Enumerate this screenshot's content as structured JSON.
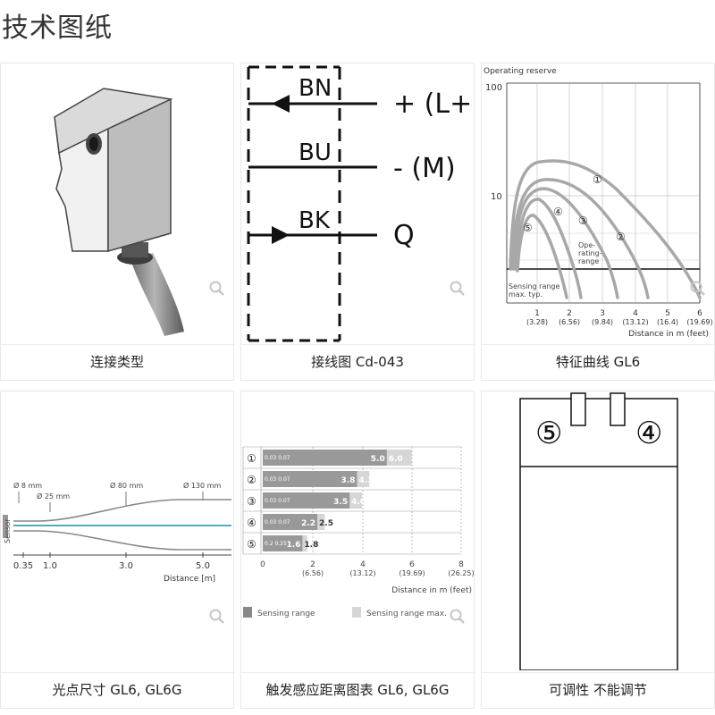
{
  "page": {
    "title": "技术图纸"
  },
  "cards": [
    {
      "caption": "连接类型"
    },
    {
      "caption": "接线图 Cd-043"
    },
    {
      "caption": "特征曲线 GL6"
    },
    {
      "caption": "光点尺寸 GL6, GL6G"
    },
    {
      "caption": "触发感应距离图表 GL6, GL6G"
    },
    {
      "caption": "可调性 不能调节"
    }
  ],
  "wiring": {
    "wires": [
      {
        "code": "BN",
        "signal": "+ (L+)"
      },
      {
        "code": "BU",
        "signal": "- (M)"
      },
      {
        "code": "BK",
        "signal": "Q"
      }
    ]
  },
  "curve": {
    "title": "Operating reserve",
    "y_ticks": [
      "100",
      "10"
    ],
    "x_ticks": [
      {
        "m": "1",
        "ft": "(3.28)"
      },
      {
        "m": "2",
        "ft": "(6.56)"
      },
      {
        "m": "3",
        "ft": "(9.84)"
      },
      {
        "m": "4",
        "ft": "(13.12)"
      },
      {
        "m": "5",
        "ft": "(16.4)"
      },
      {
        "m": "6",
        "ft": "(19.69)"
      }
    ],
    "xlabel": "Distance in m (feet)",
    "labels": [
      "①",
      "②",
      "③",
      "④",
      "⑤"
    ],
    "operating_range_lines": [
      "Ope-",
      "rating-",
      "range"
    ],
    "sensing_range_lines": [
      "Sensing range",
      "max. typ."
    ]
  },
  "spot": {
    "diameters": [
      "Ø 8 mm",
      "Ø 25 mm",
      "Ø 80 mm",
      "Ø 130 mm"
    ],
    "x_ticks": [
      "0.35",
      "1.0",
      "3.0",
      "5.0"
    ],
    "xlabel": "Distance  [m]",
    "ylabel": "Sensor"
  },
  "range_chart": {
    "rows": [
      {
        "label": "①",
        "min": "0.03 0.07",
        "range": "5.0",
        "max": "6.0"
      },
      {
        "label": "②",
        "min": "0.03 0.07",
        "range": "3.8",
        "max": "4.3"
      },
      {
        "label": "③",
        "min": "0.03 0.07",
        "range": "3.5",
        "max": "4.0"
      },
      {
        "label": "④",
        "min": "0.03 0.07",
        "range": "2.2",
        "max": "2.5"
      },
      {
        "label": "⑤",
        "min": "0.2 0.25",
        "range": "1.6",
        "max": "1.8"
      }
    ],
    "x_ticks": [
      {
        "m": "0",
        "ft": ""
      },
      {
        "m": "2",
        "ft": "(6.56)"
      },
      {
        "m": "4",
        "ft": "(13.12)"
      },
      {
        "m": "6",
        "ft": "(19.69)"
      },
      {
        "m": "8",
        "ft": "(26.25)"
      }
    ],
    "xlabel": "Distance in m (feet)",
    "legend": [
      "Sensing range",
      "Sensing range max."
    ]
  },
  "adjust": {
    "left": "⑤",
    "right": "④"
  },
  "colors": {
    "grey_bar": "#999999",
    "light_bar": "#d6d6d6",
    "curve": "#a8a8a8"
  }
}
